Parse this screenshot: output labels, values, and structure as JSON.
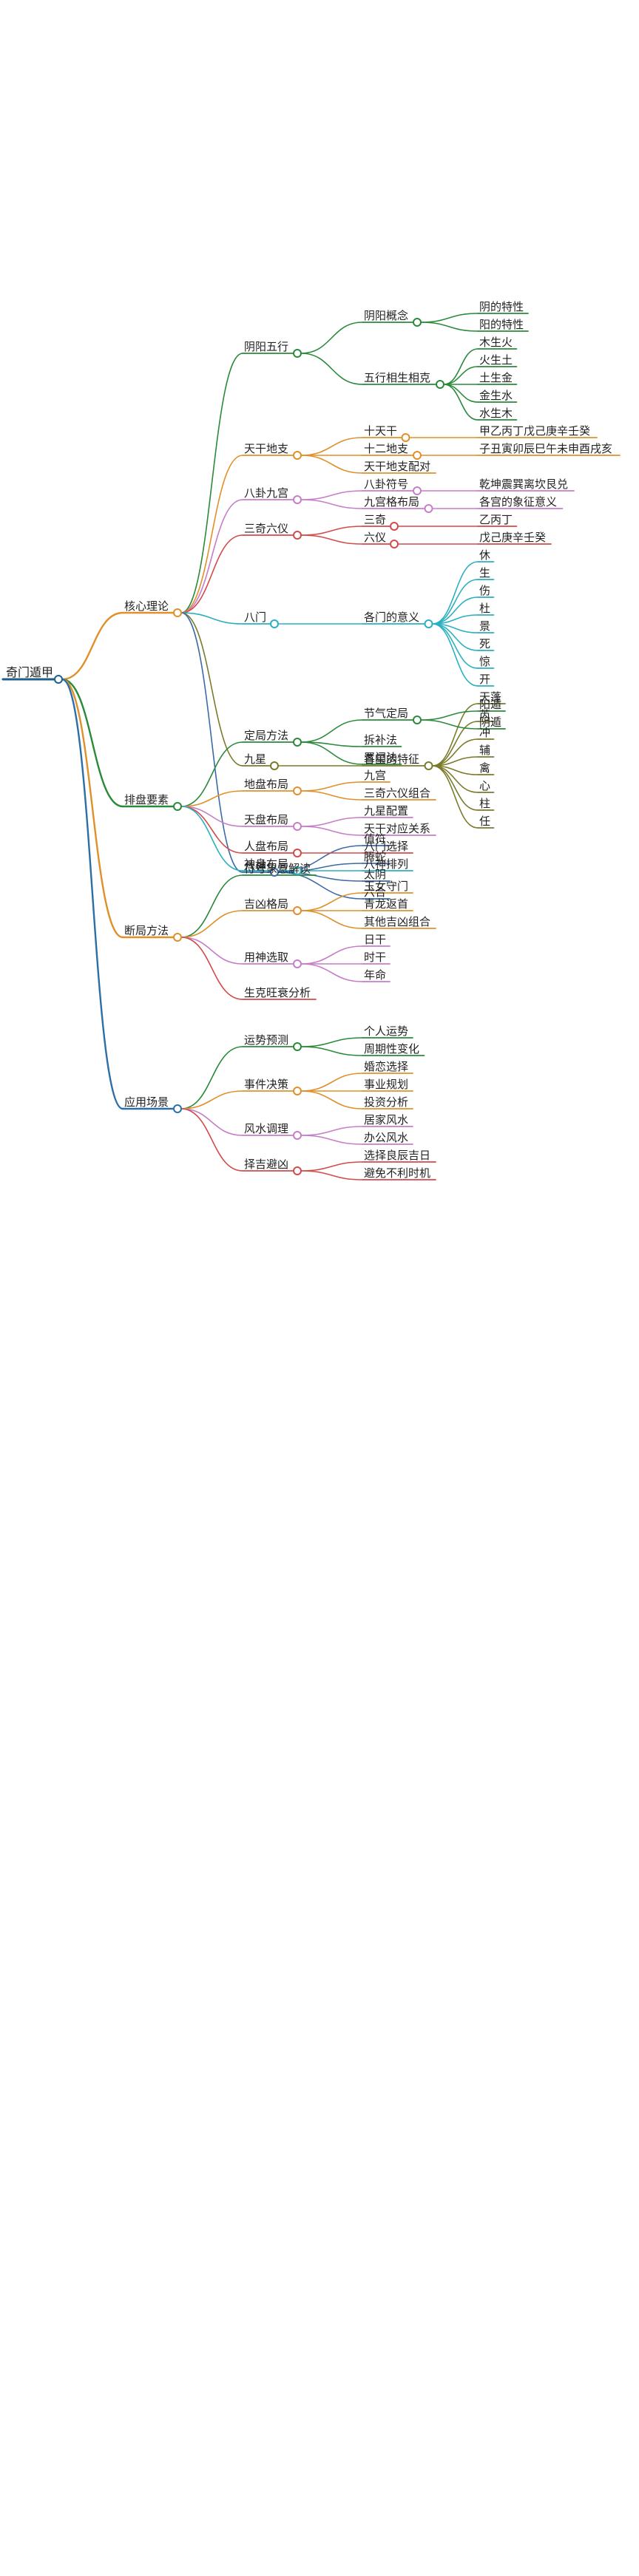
{
  "title": "奇门遁甲",
  "colors": {
    "root": "#1f5f8b",
    "核心理论": "#e0902a",
    "排盘要素": "#2a8a3a",
    "断局方法": "#e0902a",
    "应用场景": "#2a6fa8"
  },
  "branches": [
    {
      "label": "核心理论",
      "children": [
        {
          "label": "阴阳五行",
          "children": [
            {
              "label": "阴阳概念",
              "children": [
                {
                  "label": "阴的特性"
                },
                {
                  "label": "阳的特性"
                }
              ]
            },
            {
              "label": "五行相生相克",
              "children": [
                {
                  "label": "木生火"
                },
                {
                  "label": "火生土"
                },
                {
                  "label": "土生金"
                },
                {
                  "label": "金生水"
                },
                {
                  "label": "水生木"
                }
              ]
            }
          ]
        },
        {
          "label": "天干地支",
          "children": [
            {
              "label": "十天干",
              "children": [
                {
                  "label": "甲乙丙丁戊己庚辛壬癸"
                }
              ]
            },
            {
              "label": "十二地支",
              "children": [
                {
                  "label": "子丑寅卯辰巳午未申酉戌亥"
                }
              ]
            },
            {
              "label": "天干地支配对"
            }
          ]
        },
        {
          "label": "八卦九宫",
          "children": [
            {
              "label": "八卦符号",
              "children": [
                {
                  "label": "乾坤震巽离坎艮兑"
                }
              ]
            },
            {
              "label": "九宫格布局",
              "children": [
                {
                  "label": "各宫的象征意义"
                }
              ]
            }
          ]
        },
        {
          "label": "三奇六仪",
          "children": [
            {
              "label": "三奇",
              "children": [
                {
                  "label": "乙丙丁"
                }
              ]
            },
            {
              "label": "六仪",
              "children": [
                {
                  "label": "戊己庚辛壬癸"
                }
              ]
            }
          ]
        },
        {
          "label": "八门",
          "children": [
            {
              "label": "各门的意义",
              "children": [
                {
                  "label": "休"
                },
                {
                  "label": "生"
                },
                {
                  "label": "伤"
                },
                {
                  "label": "杜"
                },
                {
                  "label": "景"
                },
                {
                  "label": "死"
                },
                {
                  "label": "惊"
                },
                {
                  "label": "开"
                }
              ]
            }
          ]
        },
        {
          "label": "九星",
          "children": [
            {
              "label": "各星的特征",
              "children": [
                {
                  "label": "天蓬"
                },
                {
                  "label": "芮"
                },
                {
                  "label": "冲"
                },
                {
                  "label": "辅"
                },
                {
                  "label": "禽"
                },
                {
                  "label": "心"
                },
                {
                  "label": "柱"
                },
                {
                  "label": "任"
                }
              ]
            }
          ]
        },
        {
          "label": "八神",
          "children": [
            {
              "label": "值符"
            },
            {
              "label": "腾蛇"
            },
            {
              "label": "太阴"
            },
            {
              "label": "六合"
            }
          ]
        }
      ]
    },
    {
      "label": "排盘要素",
      "children": [
        {
          "label": "定局方法",
          "children": [
            {
              "label": "节气定局",
              "children": [
                {
                  "label": "阳遁"
                },
                {
                  "label": "阴遁"
                }
              ]
            },
            {
              "label": "拆补法"
            },
            {
              "label": "置闰法"
            }
          ]
        },
        {
          "label": "地盘布局",
          "children": [
            {
              "label": "九宫"
            },
            {
              "label": "三奇六仪组合"
            }
          ]
        },
        {
          "label": "天盘布局",
          "children": [
            {
              "label": "九星配置"
            },
            {
              "label": "天干对应关系"
            }
          ]
        },
        {
          "label": "人盘布局",
          "children": [
            {
              "label": "八门选择"
            }
          ]
        },
        {
          "label": "神盘布局",
          "children": [
            {
              "label": "八神排列"
            }
          ]
        }
      ]
    },
    {
      "label": "断局方法",
      "children": [
        {
          "label": "符号象意解读"
        },
        {
          "label": "吉凶格局",
          "children": [
            {
              "label": "玉女守门"
            },
            {
              "label": "青龙返首"
            },
            {
              "label": "其他吉凶组合"
            }
          ]
        },
        {
          "label": "用神选取",
          "children": [
            {
              "label": "日干"
            },
            {
              "label": "时干"
            },
            {
              "label": "年命"
            }
          ]
        },
        {
          "label": "生克旺衰分析"
        }
      ]
    },
    {
      "label": "应用场景",
      "children": [
        {
          "label": "运势预测",
          "children": [
            {
              "label": "个人运势"
            },
            {
              "label": "周期性变化"
            }
          ]
        },
        {
          "label": "事件决策",
          "children": [
            {
              "label": "婚恋选择"
            },
            {
              "label": "事业规划"
            },
            {
              "label": "投资分析"
            }
          ]
        },
        {
          "label": "风水调理",
          "children": [
            {
              "label": "居家风水"
            },
            {
              "label": "办公风水"
            }
          ]
        },
        {
          "label": "择吉避凶",
          "children": [
            {
              "label": "选择良辰吉日"
            },
            {
              "label": "避免不利时机"
            }
          ]
        }
      ]
    }
  ]
}
